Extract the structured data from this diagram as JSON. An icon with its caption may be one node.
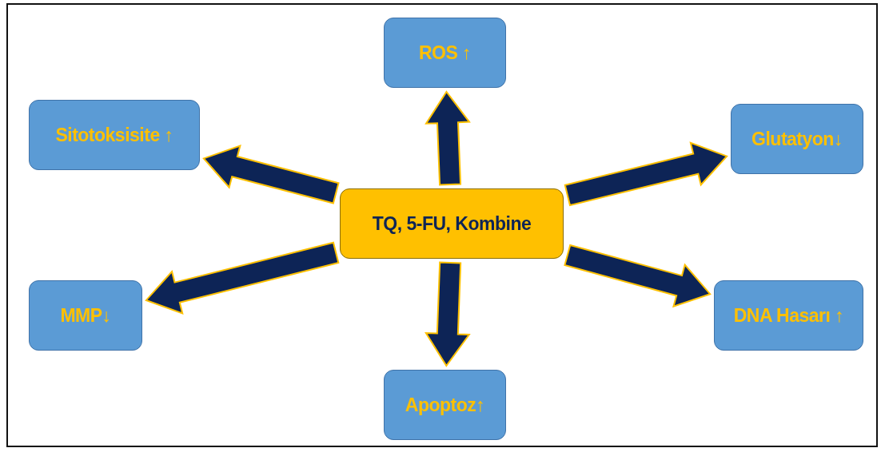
{
  "diagram": {
    "nodes": [
      {
        "text": [
          "TQ, 5-FU, Kombine"
        ]
      },
      {
        "text": [
          "ROS ↑"
        ]
      },
      {
        "text": [
          "Sitotoksisite ↑"
        ]
      },
      {
        "text": [
          "Glutatyon↓"
        ]
      },
      {
        "text": [
          "MMP↓"
        ]
      },
      {
        "text": [
          "DNA Hasarı ↑"
        ]
      },
      {
        "text": [
          "Apoptoz↑"
        ]
      }
    ],
    "edges": [
      {
        "from": 0,
        "to": 1,
        "arrow": "to"
      },
      {
        "from": 0,
        "to": 2,
        "arrow": "to"
      },
      {
        "from": 0,
        "to": 3,
        "arrow": "to"
      },
      {
        "from": 0,
        "to": 4,
        "arrow": "to"
      },
      {
        "from": 0,
        "to": 5,
        "arrow": "to"
      },
      {
        "from": 0,
        "to": 6,
        "arrow": "to"
      }
    ]
  }
}
